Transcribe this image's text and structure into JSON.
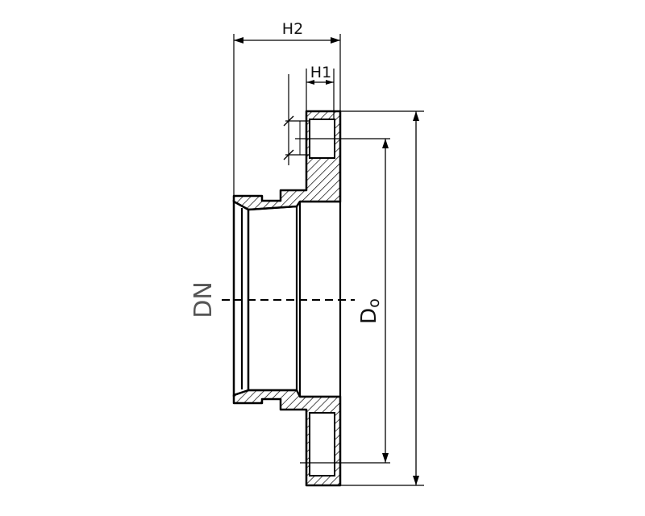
{
  "labels": {
    "h2": "H2",
    "h1": "H1",
    "dn": "DN",
    "do_main": "D",
    "do_sub": "o"
  },
  "colors": {
    "line": "#000000",
    "dn_text": "#555555",
    "background": "#ffffff"
  }
}
